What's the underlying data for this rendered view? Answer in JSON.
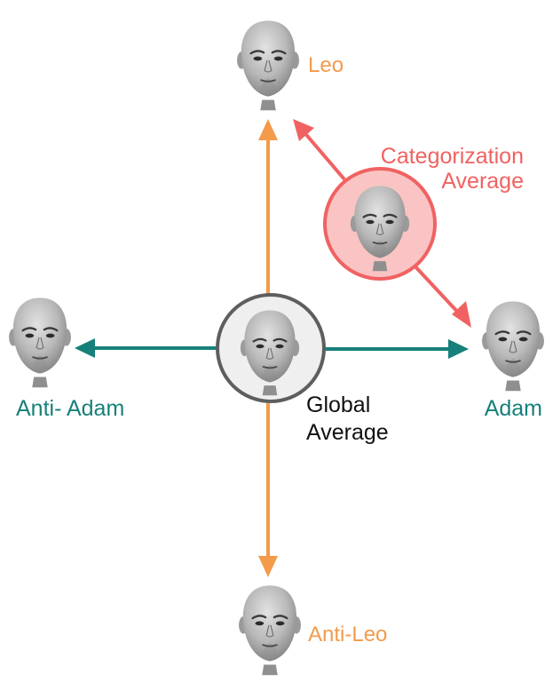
{
  "colors": {
    "orange": "#F39A4B",
    "teal": "#17807A",
    "red": "#F06262",
    "red_fill": "#F9C4C3",
    "gray_ring": "#5E5E5E",
    "gray_fill": "#EFEFEF",
    "black": "#111111"
  },
  "labels": {
    "leo": "Leo",
    "anti_leo": "Anti-Leo",
    "adam": "Adam",
    "anti_adam": "Anti- Adam",
    "categorization_line1": "Categorization",
    "categorization_line2": "Average",
    "global_line1": "Global",
    "global_line2": "Average"
  },
  "faces": [
    "leo-face",
    "anti-leo-face",
    "adam-face",
    "anti-adam-face",
    "categorization-average-face",
    "global-average-face"
  ]
}
